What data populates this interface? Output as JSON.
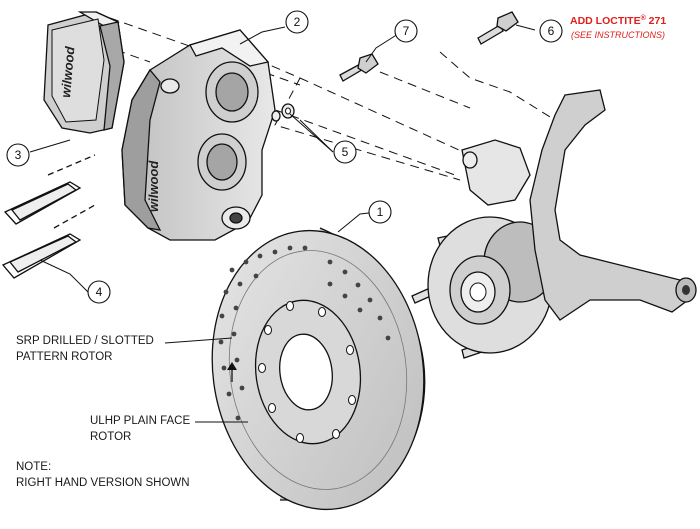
{
  "callouts": [
    {
      "id": "1",
      "label": "1"
    },
    {
      "id": "2",
      "label": "2"
    },
    {
      "id": "3",
      "label": "3"
    },
    {
      "id": "4",
      "label": "4"
    },
    {
      "id": "5",
      "label": "5"
    },
    {
      "id": "6",
      "label": "6"
    },
    {
      "id": "7",
      "label": "7"
    }
  ],
  "labels": {
    "srp_line1": "SRP DRILLED / SLOTTED",
    "srp_line2": "PATTERN ROTOR",
    "ulhp_line1": "ULHP PLAIN FACE",
    "ulhp_line2": "ROTOR",
    "note_line1": "NOTE:",
    "note_line2": "RIGHT HAND VERSION SHOWN",
    "loctite_main": "ADD LOCTITE",
    "loctite_reg": "®",
    "loctite_num": " 271",
    "loctite_sub": "(SEE INSTRUCTIONS)"
  },
  "branding": {
    "caliper_logo": "wilwood",
    "pad_logo": "wilwood"
  },
  "colors": {
    "line": "#111111",
    "part_fill": "#d9d9d9",
    "part_light": "#eeeeee",
    "part_dark": "#9a9a9a",
    "accent_red": "#e0201c"
  },
  "icons": {
    "callout": "circle-number",
    "direction": "arrow-up-icon"
  }
}
